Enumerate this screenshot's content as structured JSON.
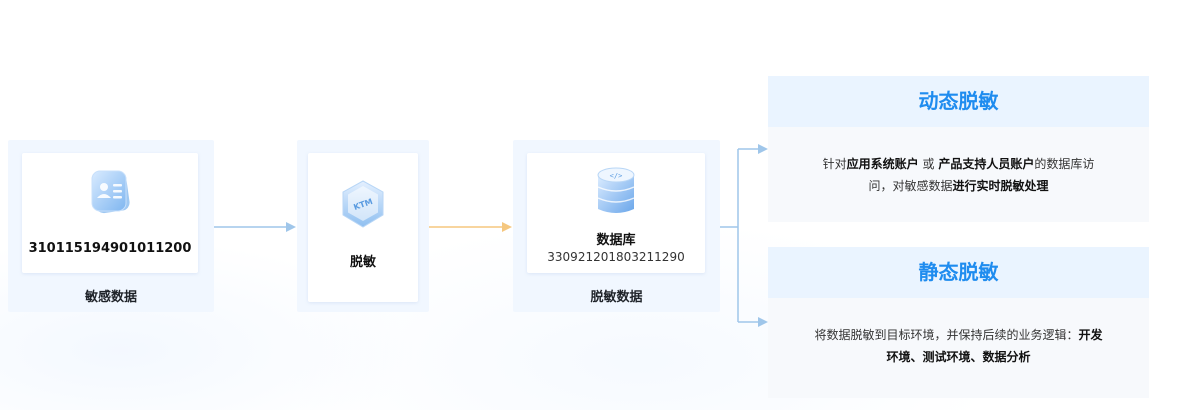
{
  "flow": {
    "sensitive_value": "310115194901011200",
    "sensitive_caption": "敏感数据",
    "mask_label": "脱敏",
    "db_title": "数据库",
    "db_value": "330921201803211290",
    "masked_caption": "脱敏数据"
  },
  "results": {
    "dynamic": {
      "title": "动态脱敏",
      "line1_pre": "针对",
      "line1_bold1": "应用系统账户",
      "line1_mid": " 或 ",
      "line1_bold2": "产品支持人员账户",
      "line1_post": "的数据库访",
      "line2_pre": "问，对敏感数据",
      "line2_bold": "进行实时脱敏处理"
    },
    "static": {
      "title": "静态脱敏",
      "line1_pre": "将数据脱敏到目标环境，并保持后续的业务逻辑：",
      "line1_bold": "开发",
      "line2_bold": "环境、测试环境、数据分析"
    }
  },
  "icons": {
    "sensitive": "id-card-icon",
    "mask": "mask-cube-icon",
    "database": "database-icon"
  },
  "colors": {
    "accent": "#1f8cef",
    "panel_bg": "#f1f7ff",
    "arrow_blue": "#9fc6ea",
    "arrow_orange": "#f5c77f"
  }
}
